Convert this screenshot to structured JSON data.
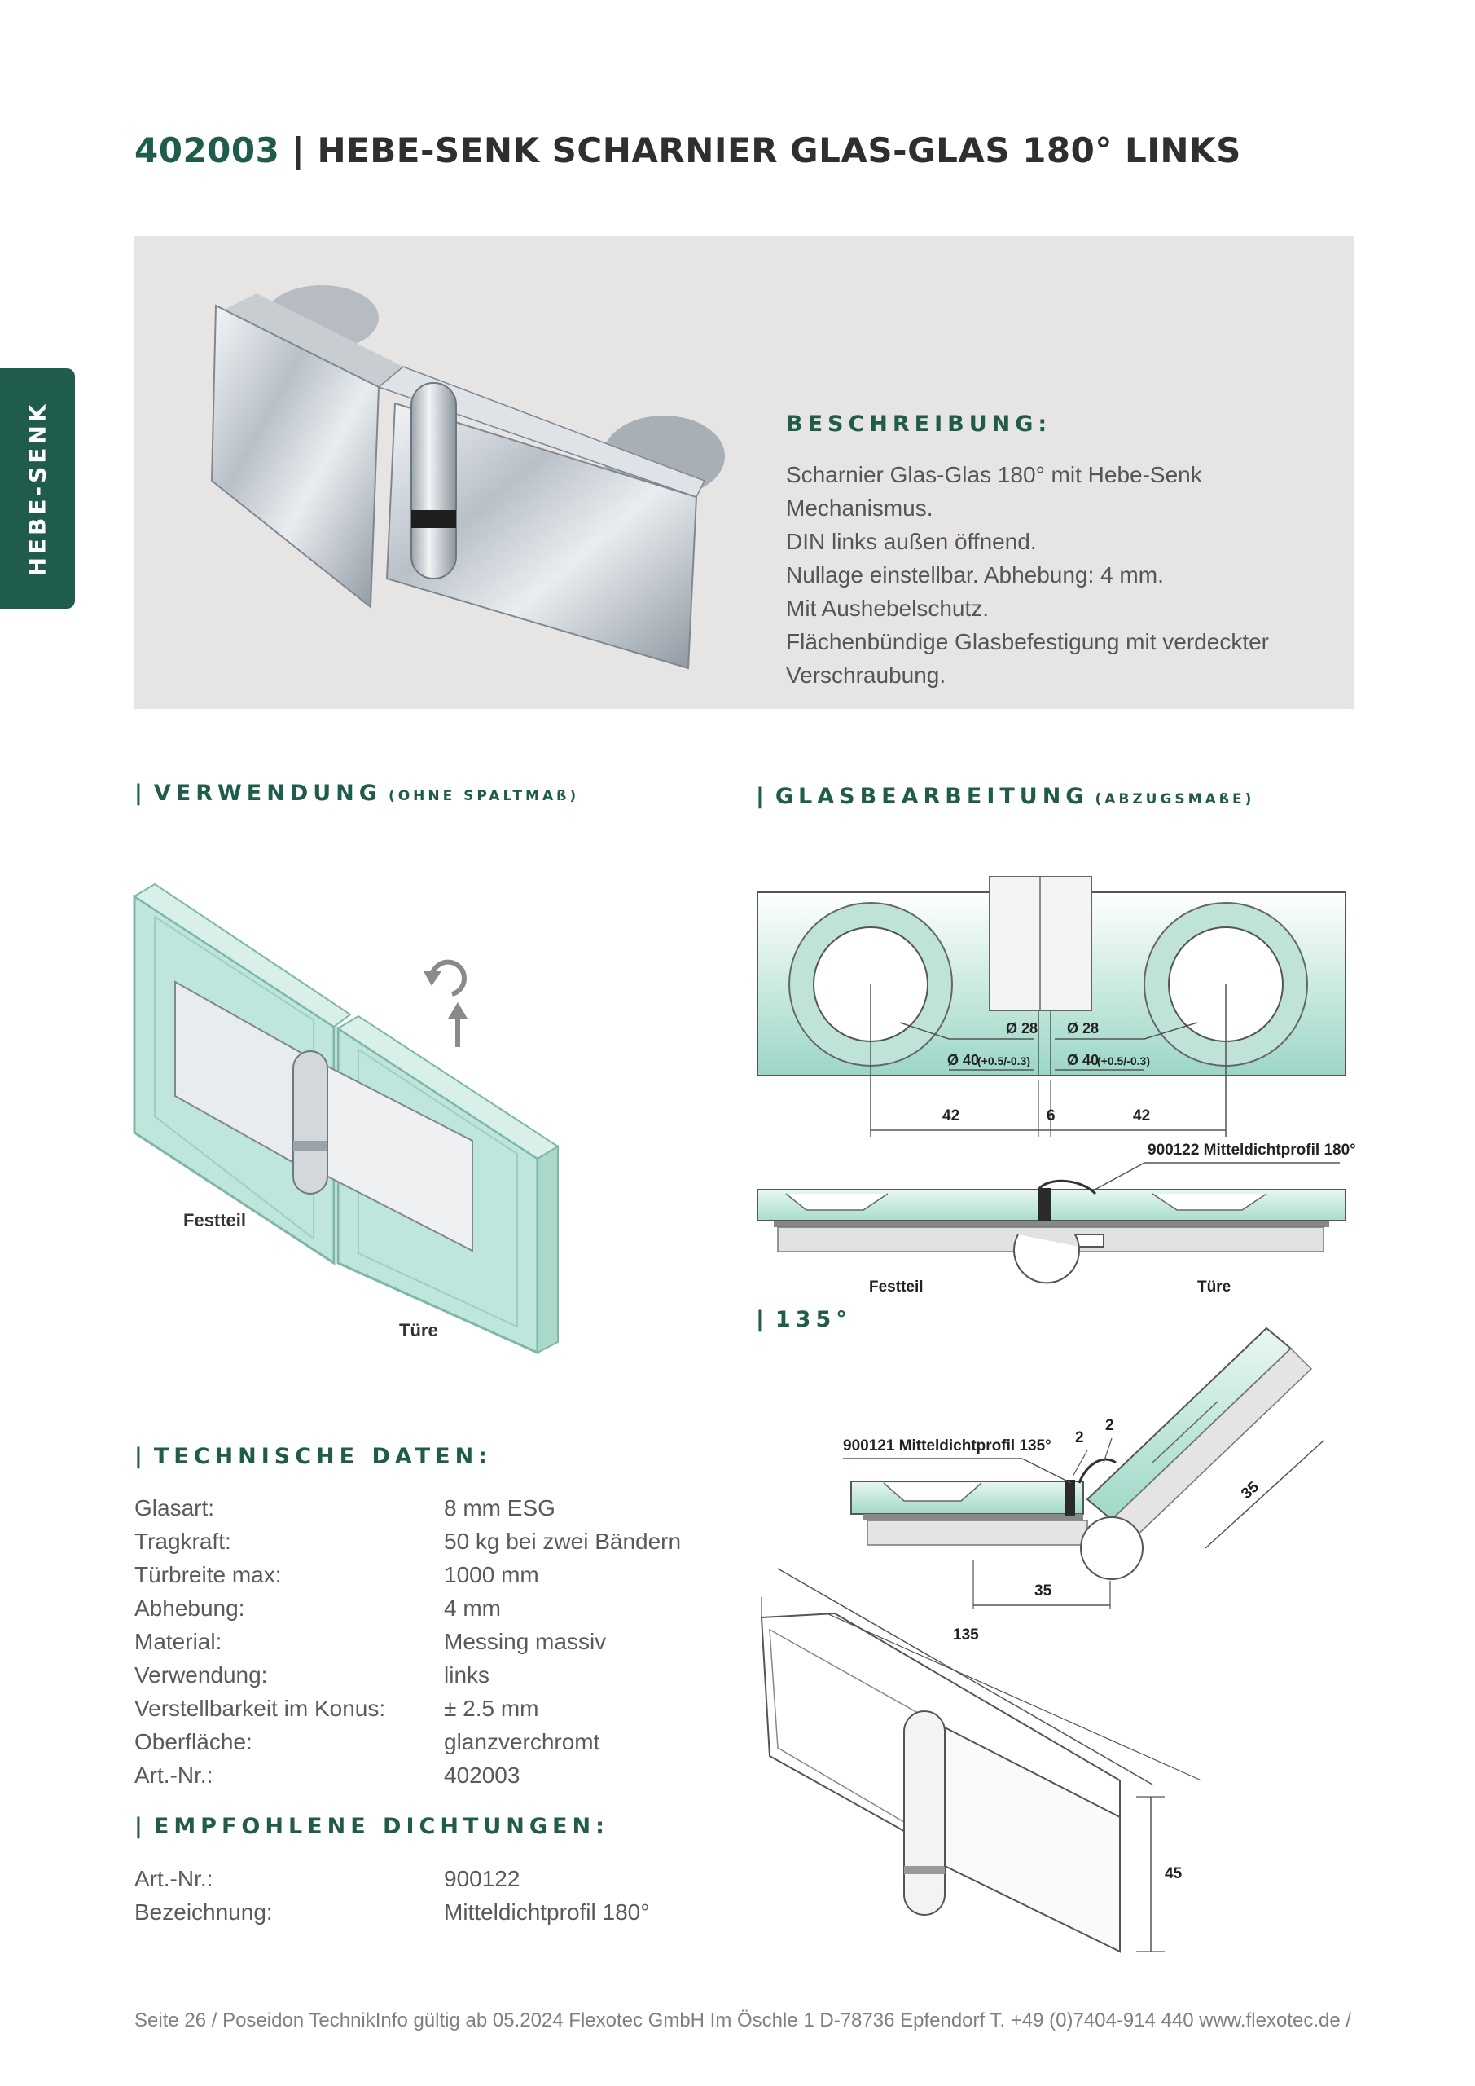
{
  "sidebar": {
    "label": "HEBE-SENK"
  },
  "header": {
    "code": "402003",
    "separator": "|",
    "title": "HEBE-SENK SCHARNIER GLAS-GLAS 180° LINKS"
  },
  "description": {
    "heading": "BESCHREIBUNG:",
    "lines": [
      "Scharnier Glas-Glas 180° mit Hebe-Senk Mechanismus.",
      "DIN links außen öffnend.",
      "Nullage einstellbar. Abhebung: 4 mm.",
      "Mit Aushebelschutz.",
      "Flächenbündige Glasbefestigung mit verdeckter",
      "Verschraubung."
    ]
  },
  "usage": {
    "heading": "VERWENDUNG",
    "subheading": "(OHNE SPALTMAß)",
    "label_fixed": "Festteil",
    "label_door": "Türe"
  },
  "glass": {
    "heading": "GLASBEARBEITUNG",
    "subheading": "(ABZUGSMAßE)",
    "d28": "Ø 28",
    "d40": "Ø 40",
    "tol": "(+0.5/-0.3)",
    "dim_42": "42",
    "dim_6": "6",
    "profile_180": "900122 Mitteldichtprofil 180°",
    "label_fixed": "Festteil",
    "label_door": "Türe"
  },
  "angle135": {
    "heading": "135°",
    "profile_135": "900121 Mitteldichtprofil 135°",
    "dim_2": "2",
    "dim_35": "35",
    "dim_135": "135",
    "dim_45": "45"
  },
  "tech": {
    "heading": "TECHNISCHE DATEN:",
    "rows": [
      {
        "k": "Glasart:",
        "v": "8 mm ESG"
      },
      {
        "k": "Tragkraft:",
        "v": "50 kg bei zwei Bändern"
      },
      {
        "k": "Türbreite max:",
        "v": "1000 mm"
      },
      {
        "k": "Abhebung:",
        "v": "4 mm"
      },
      {
        "k": "Material:",
        "v": "Messing massiv"
      },
      {
        "k": "Verwendung:",
        "v": "links"
      },
      {
        "k": "Verstellbarkeit im Konus:",
        "v": "± 2.5 mm"
      },
      {
        "k": "Oberfläche:",
        "v": "glanzverchromt"
      },
      {
        "k": "Art.-Nr.:",
        "v": "402003"
      }
    ]
  },
  "seals": {
    "heading": "EMPFOHLENE DICHTUNGEN:",
    "rows": [
      {
        "k": "Art.-Nr.:",
        "v": "900122"
      },
      {
        "k": "Bezeichnung:",
        "v": "Mitteldichtprofil 180°"
      }
    ]
  },
  "footer": {
    "text": "Seite 26  /  Poseidon TechnikInfo gültig ab 05.2024    Flexotec GmbH  Im Öschle 1  D-78736 Epfendorf  T. +49 (0)7404-914 440  www.flexotec.de  /"
  },
  "colors": {
    "brand": "#1f5c4b",
    "glass": "#bfe6dc",
    "hero_bg": "#e6e5e3"
  }
}
